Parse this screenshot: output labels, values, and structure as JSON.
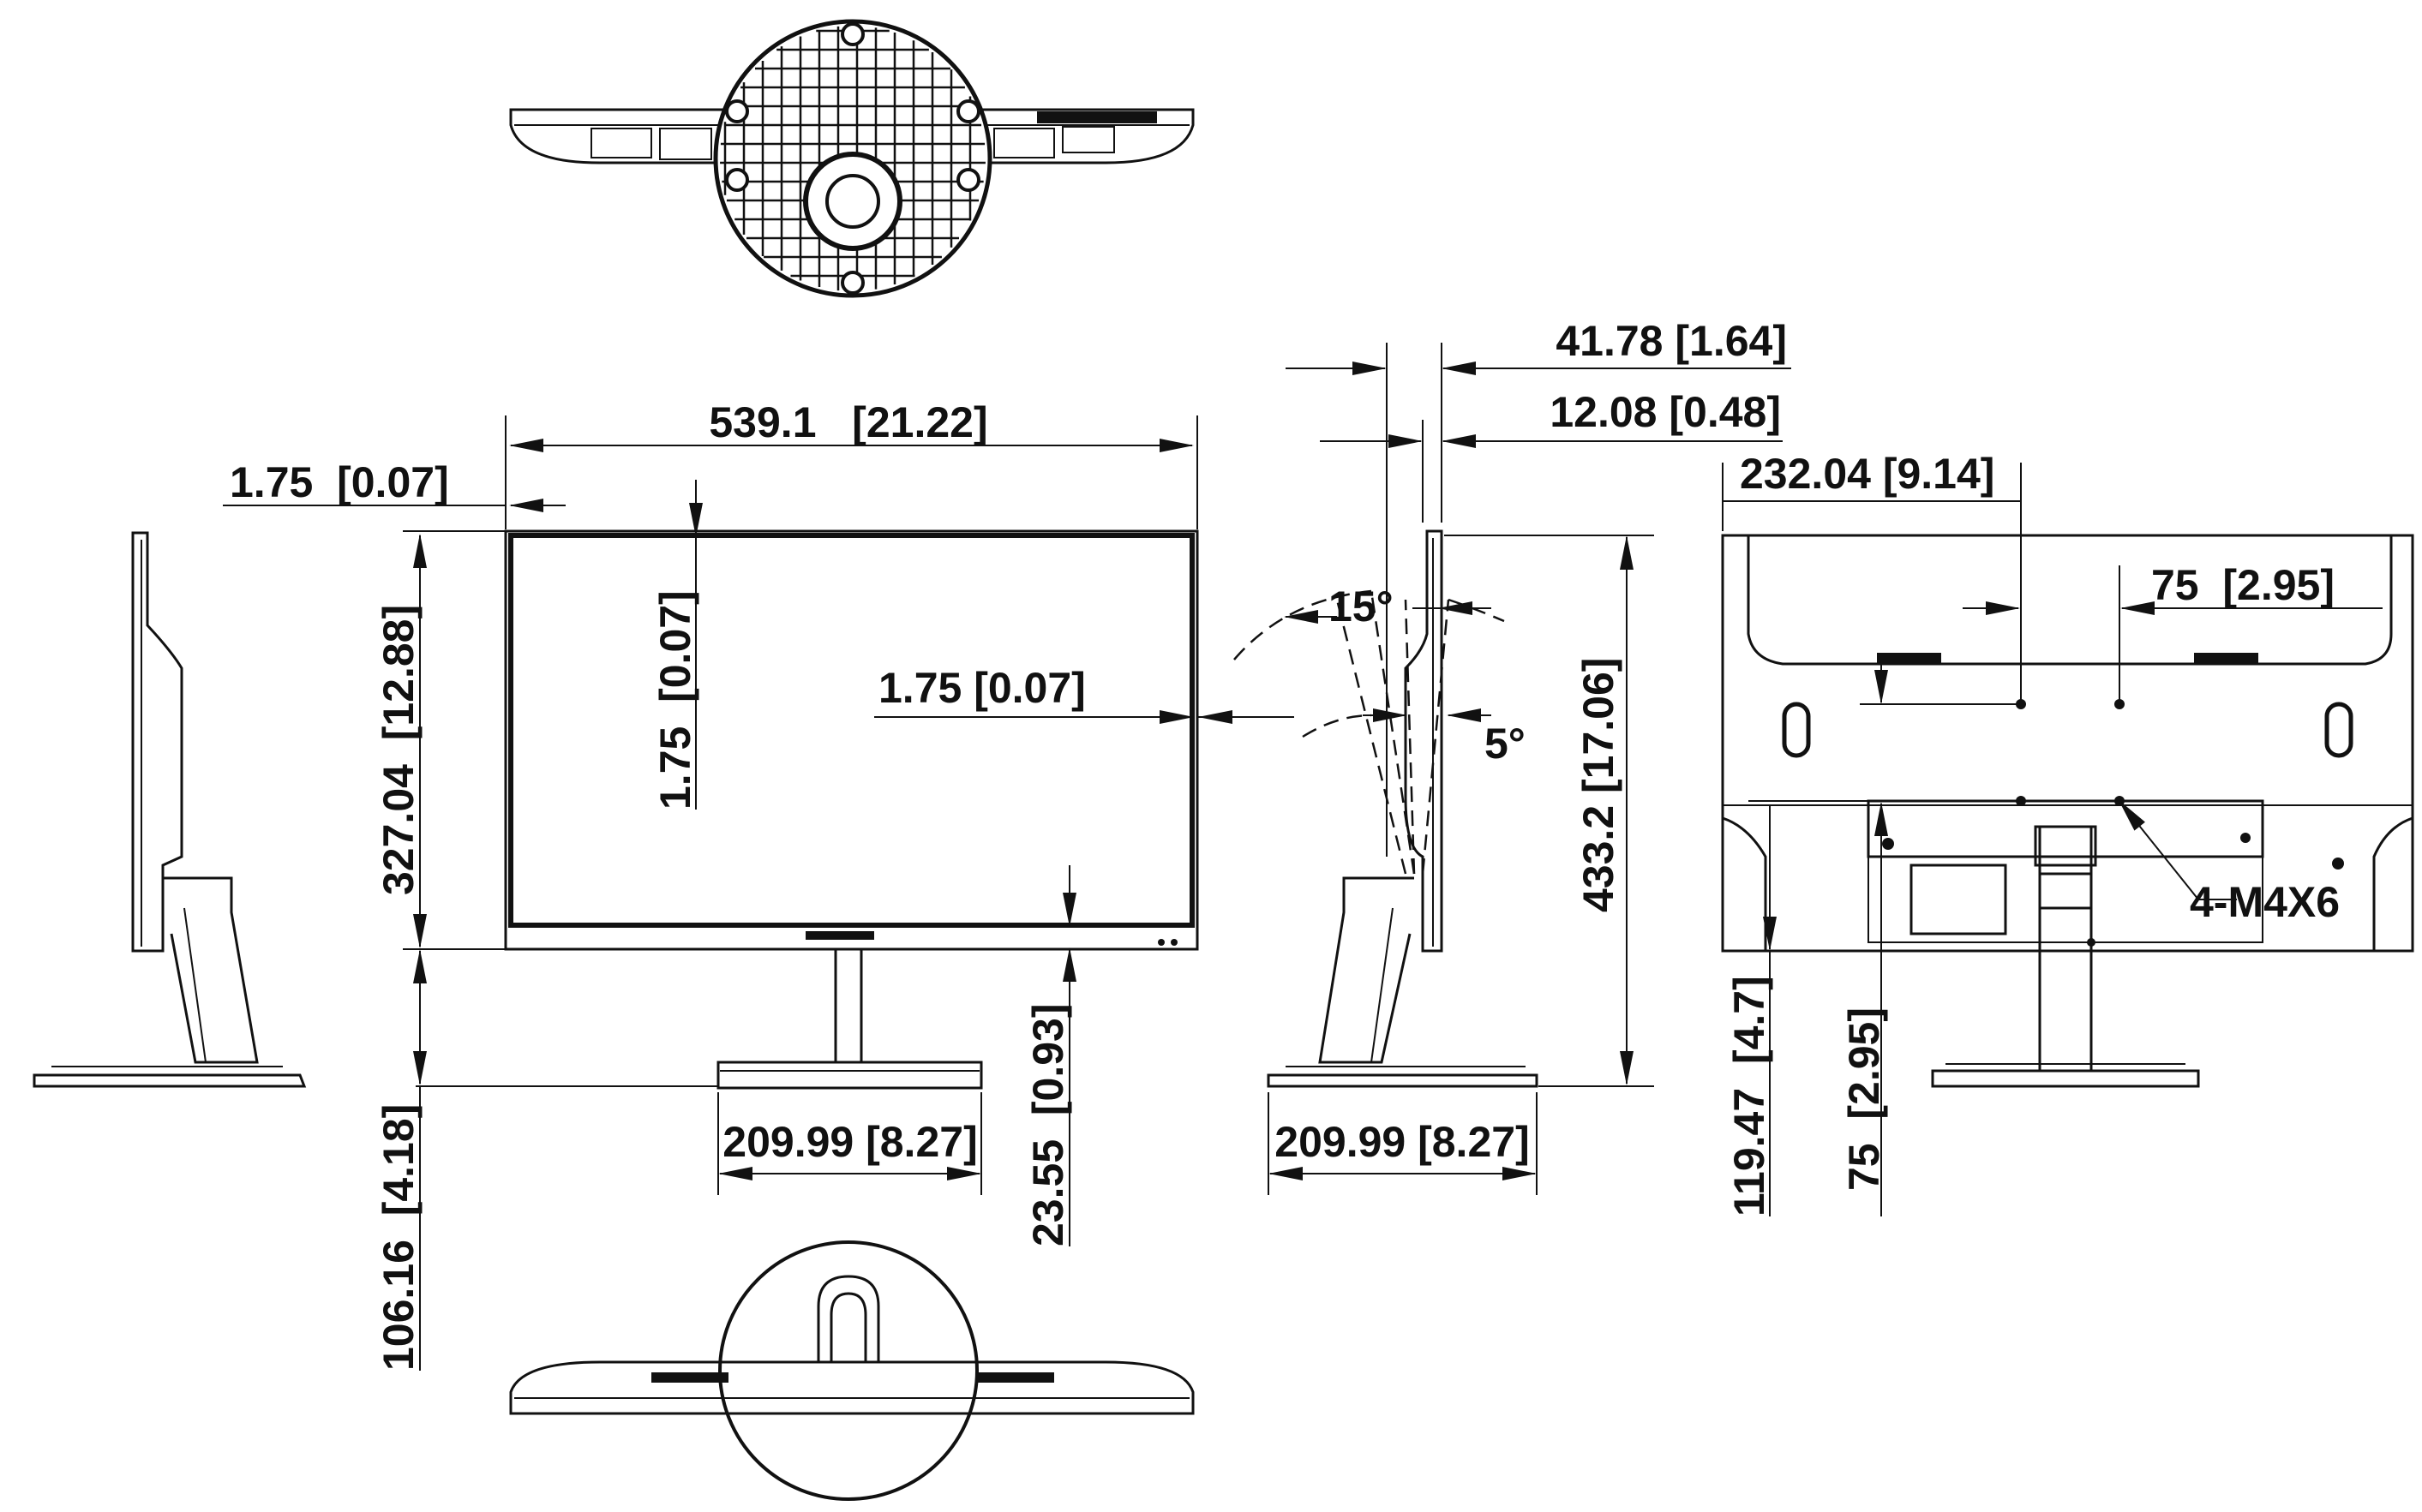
{
  "dimensions": {
    "overall_width": "539.1   [21.22]",
    "bezel_top_left": "1.75  [0.07]",
    "bezel_top_vertical": "1.75  [0.07]",
    "bezel_side": "1.75 [0.07]",
    "screen_height": "327.04  [12.88]",
    "base_clearance": "106.16  [4.18]",
    "bottom_bezel": "23.55  [0.93]",
    "base_width_front": "209.99 [8.27]",
    "base_width_side": "209.99 [8.27]",
    "overall_depth": "41.78 [1.64]",
    "panel_depth": "12.08 [0.48]",
    "overall_height": "433.2 [17.06]",
    "tilt_back": "15°",
    "tilt_forward": "5°",
    "vesa_offset_x": "232.04 [9.14]",
    "vesa_spacing_x": "75  [2.95]",
    "vesa_spacing_y": "75  [2.95]",
    "vesa_bottom": "119.47  [4.7]",
    "screw_spec": "4-M4X6"
  },
  "icons": {
    "top_view": "monitor-top-view-icon",
    "front_view": "monitor-front-view-icon",
    "side_view": "monitor-side-view-icon",
    "rear_view": "monitor-rear-view-icon",
    "bottom_view": "monitor-bottom-view-icon"
  }
}
